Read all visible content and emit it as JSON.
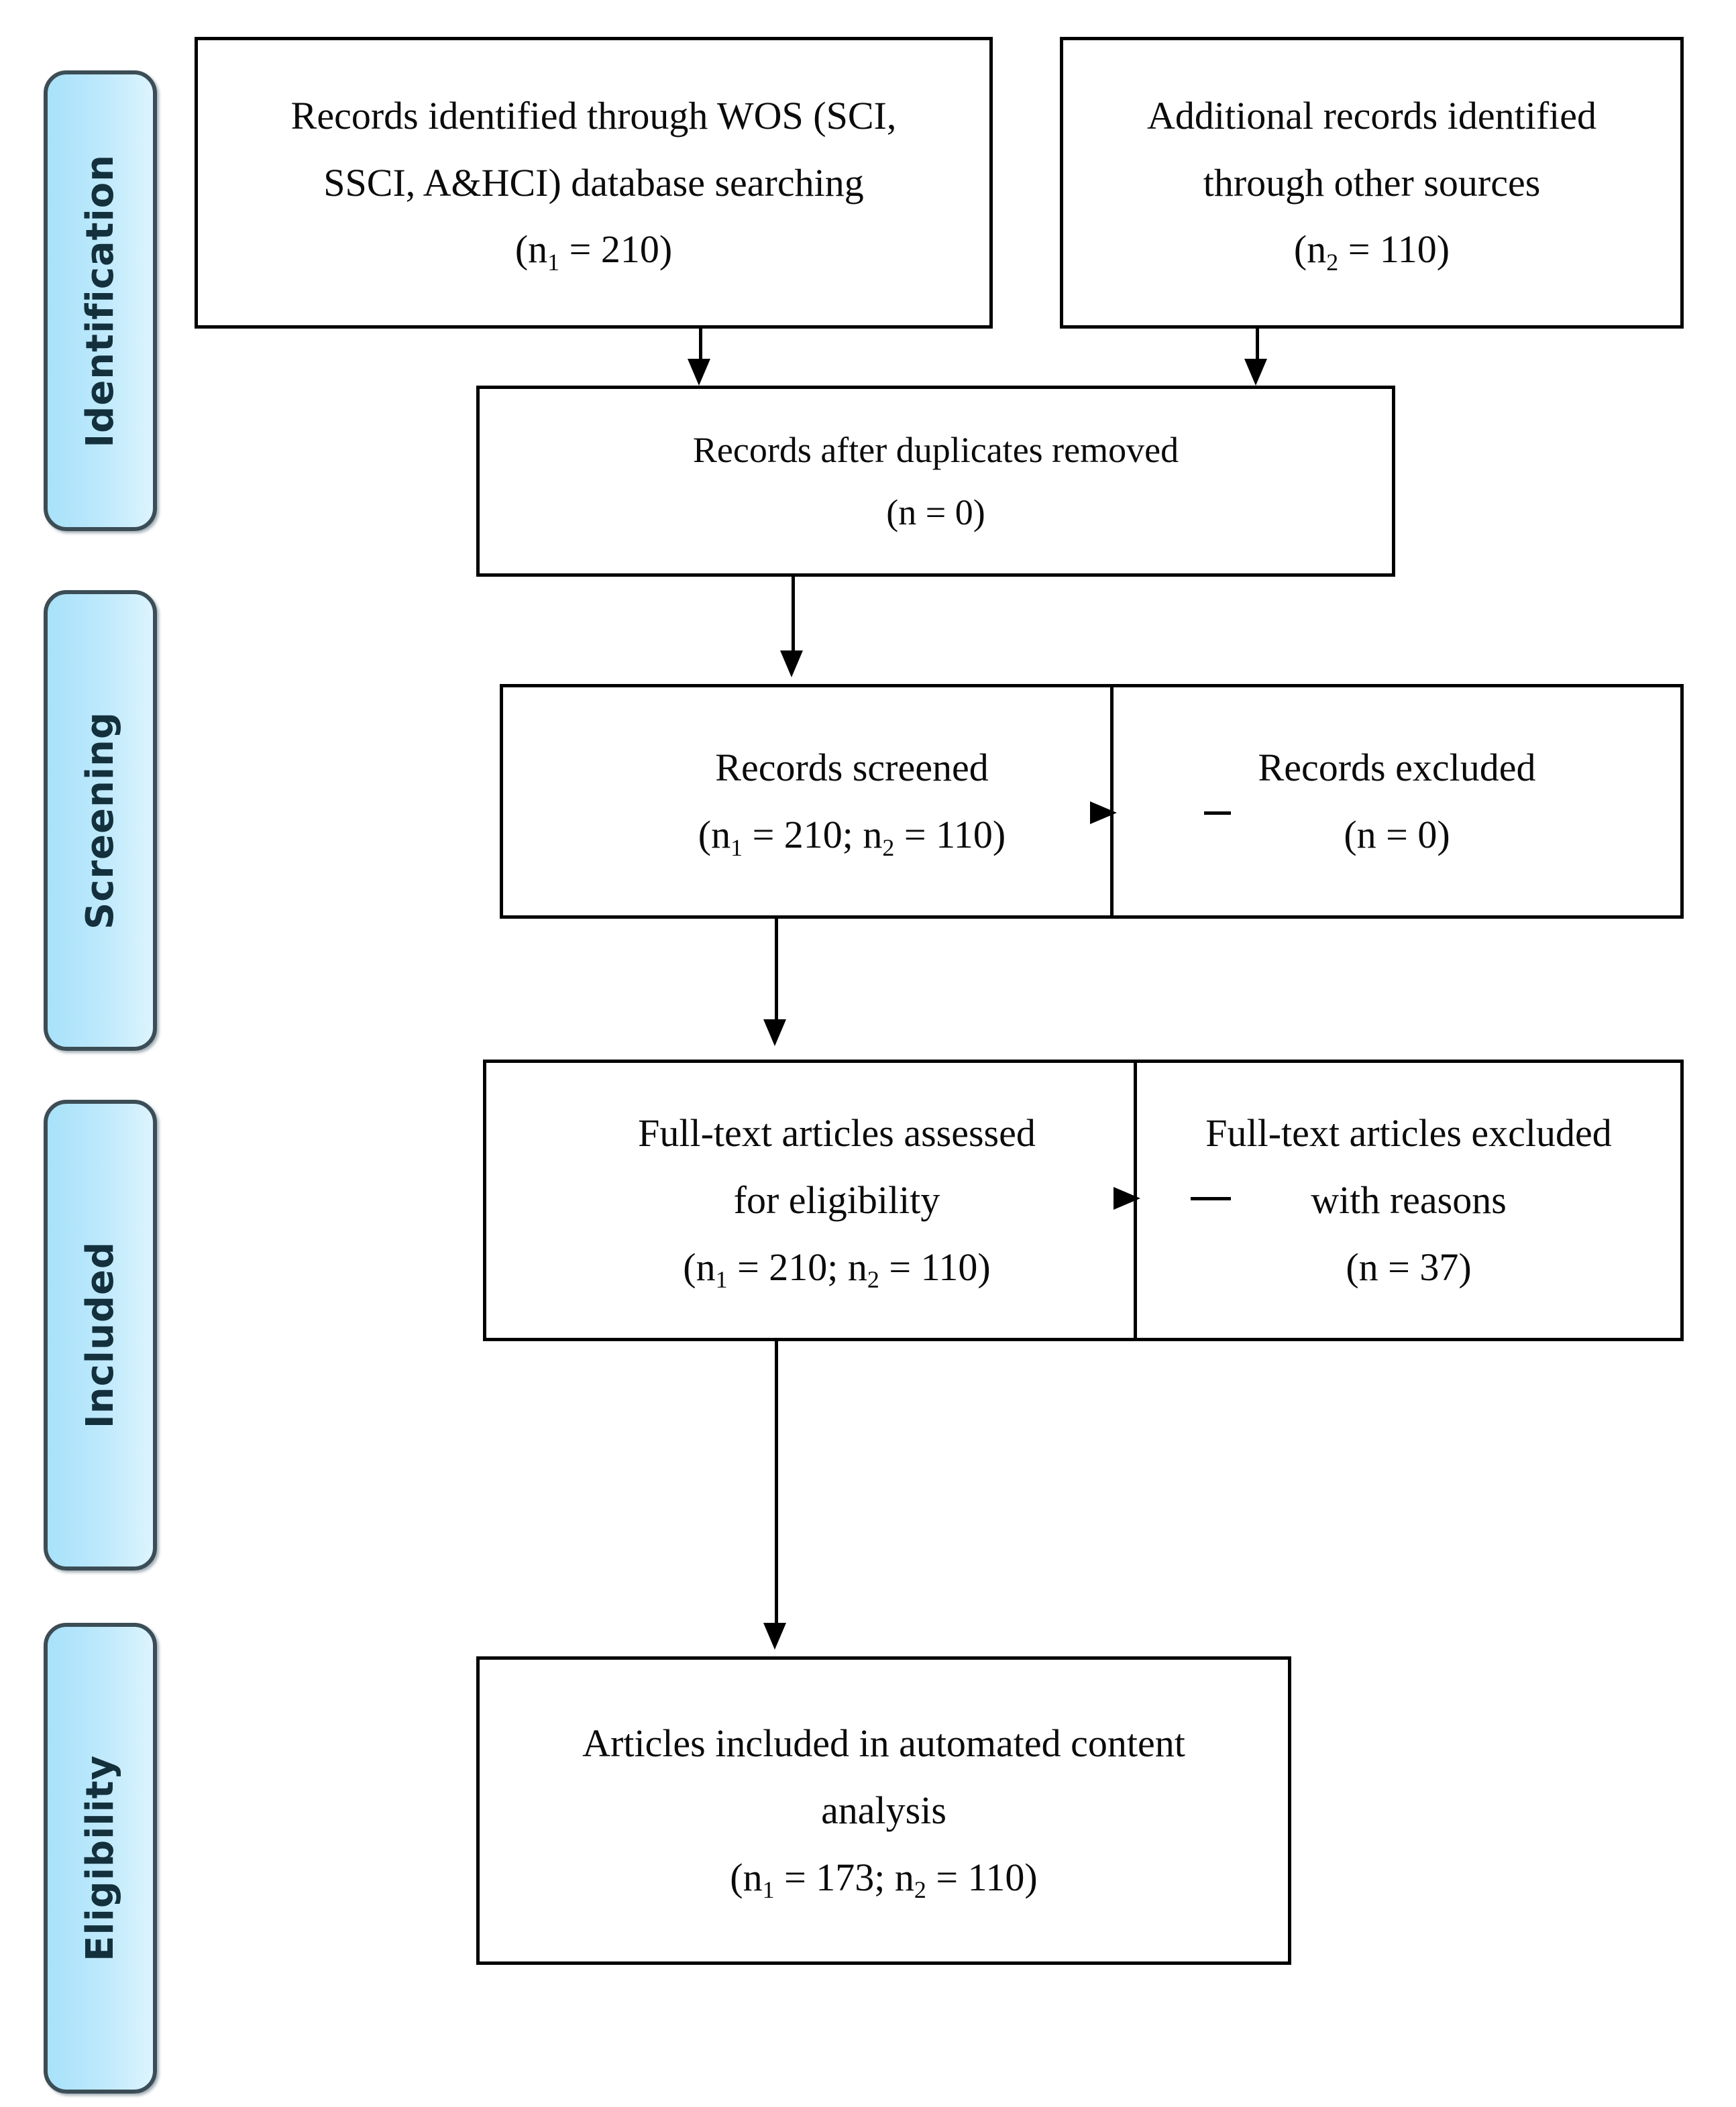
{
  "diagram": {
    "title": "PRISMA flow diagram",
    "accent_color": "#a8e2fa",
    "tab_border_color": "#3b4d56",
    "box_border_color": "#000000",
    "stages": [
      {
        "id": "identification",
        "label": "Identification"
      },
      {
        "id": "screening",
        "label": "Screening"
      },
      {
        "id": "included",
        "label": "Included"
      },
      {
        "id": "eligibility",
        "label": "Eligibility"
      }
    ],
    "boxes": {
      "wos_records": {
        "line1": "Records identified through WOS (SCI,",
        "line2": "SSCI, A&HCI) database searching",
        "count_prefix": "(n",
        "count_sub": "1",
        "count_suffix": " = 210)"
      },
      "other_records": {
        "line1": "Additional records identified",
        "line2": "through other sources",
        "count_prefix": "(n",
        "count_sub": "2",
        "count_suffix": " = 110)"
      },
      "after_duplicates": {
        "line1": "Records after duplicates removed",
        "count": "(n = 0)"
      },
      "records_screened": {
        "line1": "Records screened",
        "count_a_prefix": "(n",
        "count_a_sub": "1",
        "count_a_mid": " = 210; n",
        "count_b_sub": "2",
        "count_b_suffix": " = 110)"
      },
      "records_excluded": {
        "line1": "Records excluded",
        "count": "(n = 0)"
      },
      "fulltext_assessed": {
        "line1": "Full-text articles assessed",
        "line2": "for eligibility",
        "count_a_prefix": "(n",
        "count_a_sub": "1",
        "count_a_mid": " = 210; n",
        "count_b_sub": "2",
        "count_b_suffix": " = 110)"
      },
      "fulltext_excluded": {
        "line1": "Full-text articles excluded",
        "line2": "with reasons",
        "count": "(n = 37)"
      },
      "articles_included": {
        "line1": "Articles included in automated content",
        "line2": "analysis",
        "count_a_prefix": "(n",
        "count_a_sub": "1",
        "count_a_mid": " = 173; n",
        "count_b_sub": "2",
        "count_b_suffix": " = 110)"
      }
    }
  },
  "chart_data": {
    "type": "diagram",
    "title": "PRISMA flow diagram",
    "nodes": [
      {
        "id": "wos_records",
        "stage": "Identification",
        "text": "Records identified through WOS (SCI, SSCI, A&HCI) database searching",
        "n1": 210
      },
      {
        "id": "other_records",
        "stage": "Identification",
        "text": "Additional records identified through other sources",
        "n2": 110
      },
      {
        "id": "after_duplicates",
        "stage": "Identification",
        "text": "Records after duplicates removed",
        "n": 0
      },
      {
        "id": "records_screened",
        "stage": "Screening",
        "text": "Records screened",
        "n1": 210,
        "n2": 110
      },
      {
        "id": "records_excluded",
        "stage": "Screening",
        "text": "Records excluded",
        "n": 0
      },
      {
        "id": "fulltext_assessed",
        "stage": "Eligibility",
        "text": "Full-text articles assessed for eligibility",
        "n1": 210,
        "n2": 110
      },
      {
        "id": "fulltext_excluded",
        "stage": "Eligibility",
        "text": "Full-text articles excluded with reasons",
        "n": 37
      },
      {
        "id": "articles_included",
        "stage": "Included",
        "text": "Articles included in automated content analysis",
        "n1": 173,
        "n2": 110
      }
    ],
    "edges": [
      {
        "from": "wos_records",
        "to": "after_duplicates",
        "direction": "down"
      },
      {
        "from": "other_records",
        "to": "after_duplicates",
        "direction": "down"
      },
      {
        "from": "after_duplicates",
        "to": "records_screened",
        "direction": "down"
      },
      {
        "from": "records_screened",
        "to": "records_excluded",
        "direction": "right"
      },
      {
        "from": "records_screened",
        "to": "fulltext_assessed",
        "direction": "down"
      },
      {
        "from": "fulltext_assessed",
        "to": "fulltext_excluded",
        "direction": "right"
      },
      {
        "from": "fulltext_assessed",
        "to": "articles_included",
        "direction": "down"
      }
    ]
  }
}
